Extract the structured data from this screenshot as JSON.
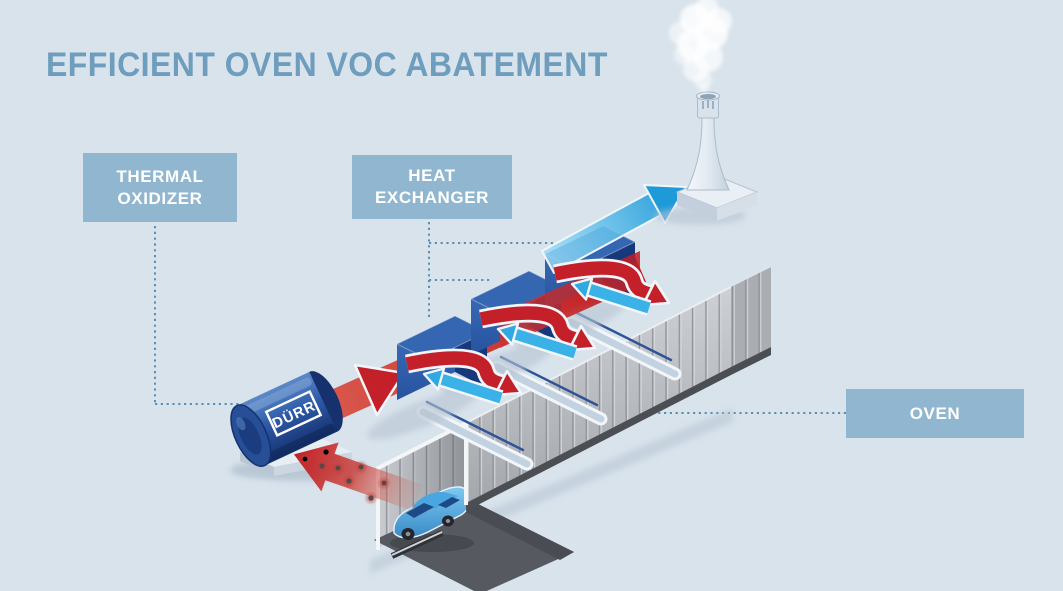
{
  "title": "EFFICIENT OVEN VOC ABATEMENT",
  "labels": {
    "thermal_oxidizer": {
      "line1": "THERMAL",
      "line2": "OXIDIZER"
    },
    "heat_exchanger": {
      "line1": "HEAT",
      "line2": "EXCHANGER"
    },
    "oven": {
      "line1": "OVEN"
    }
  },
  "equipment": {
    "thermal_oxidizer_brand": "DÜRR"
  },
  "colors": {
    "background": "#d8e3ec",
    "title_text": "#6f9dbd",
    "label_box": "#90b7cf",
    "label_text": "#ffffff",
    "hot_air_red": "#c3202a",
    "clean_air_blue": "#2fa8e1",
    "equipment_blue": "#2d5ca8",
    "oven_gray": "#b4b8bd",
    "connector_dotted": "#4e86ae"
  }
}
